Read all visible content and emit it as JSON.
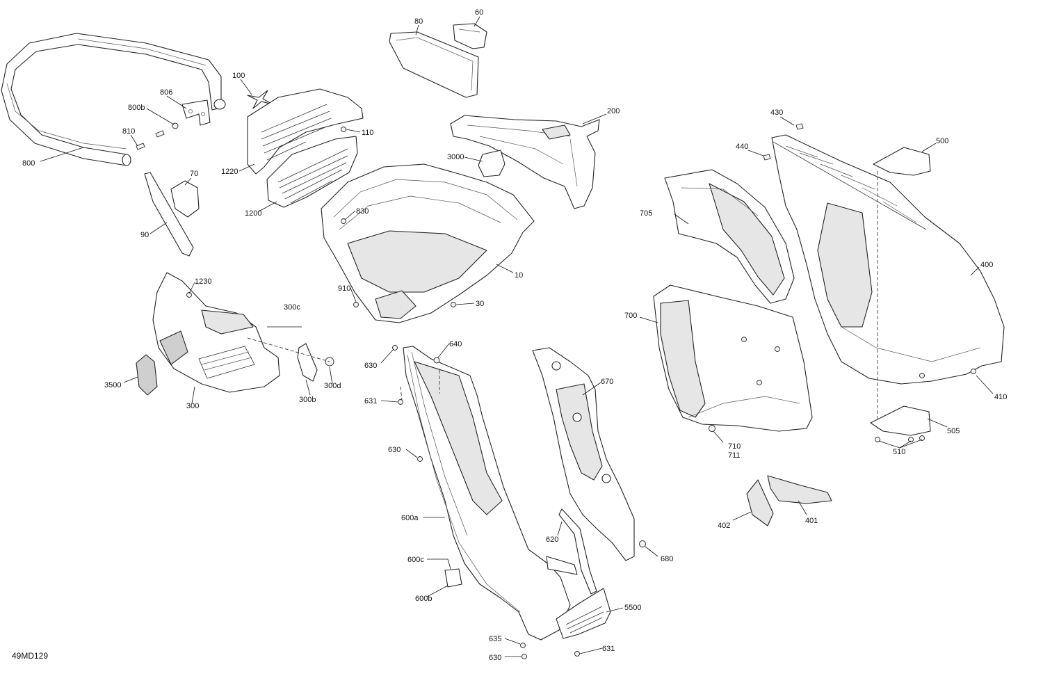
{
  "document_code": "49MD129",
  "callouts": {
    "c60": "60",
    "c80": "80",
    "c100": "100",
    "c806": "806",
    "c800b": "800b",
    "c810": "810",
    "c800": "800",
    "c110": "110",
    "c1220": "1220",
    "c1200": "1200",
    "c70": "70",
    "c90": "90",
    "c200": "200",
    "c3000": "3000",
    "c830": "830",
    "c10": "10",
    "c910": "910",
    "c30": "30",
    "c1230": "1230",
    "c300c": "300c",
    "c3500": "3500",
    "c300": "300",
    "c300b": "300b",
    "c300d": "300d",
    "c640": "640",
    "c630a": "630",
    "c631a": "631",
    "c630b": "630",
    "c670": "670",
    "c600a": "600a",
    "c620": "620",
    "c680": "680",
    "c600c": "600c",
    "c600b": "600b",
    "c5500": "5500",
    "c635": "635",
    "c630c": "630",
    "c631b": "631",
    "c430": "430",
    "c440": "440",
    "c500": "500",
    "c705": "705",
    "c400": "400",
    "c700": "700",
    "c410": "410",
    "c505": "505",
    "c710": "710",
    "c711": "711",
    "c510": "510",
    "c402": "402",
    "c401": "401"
  }
}
